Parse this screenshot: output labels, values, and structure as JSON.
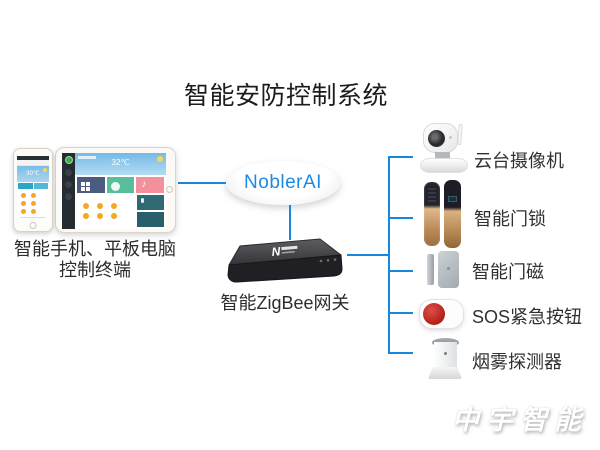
{
  "title": "智能安防控制系统",
  "colors": {
    "connector_blue": "#1787dd",
    "brand_blue": "#1e88e5",
    "accent_orange": "#f5a623",
    "sos_red": "#b02018",
    "label_text": "#303030"
  },
  "left_terminal": {
    "label_line1": "智能手机、平板电脑",
    "label_line2": "控制终端",
    "phone": {
      "temperature": "30℃"
    },
    "tablet": {
      "temperature": "32℃"
    }
  },
  "cloud": {
    "label": "NoblerAI"
  },
  "gateway": {
    "label": "智能ZigBee网关",
    "logo_letter": "N"
  },
  "devices": [
    {
      "icon": "ptz-camera-icon",
      "label": "云台摄像机"
    },
    {
      "icon": "door-lock-icon",
      "label": "智能门锁"
    },
    {
      "icon": "door-magnet-icon",
      "label": "智能门磁"
    },
    {
      "icon": "sos-button-icon",
      "label": "SOS紧急按钮"
    },
    {
      "icon": "smoke-detector-icon",
      "label": "烟雾探测器"
    }
  ],
  "watermark": "中宇智能"
}
